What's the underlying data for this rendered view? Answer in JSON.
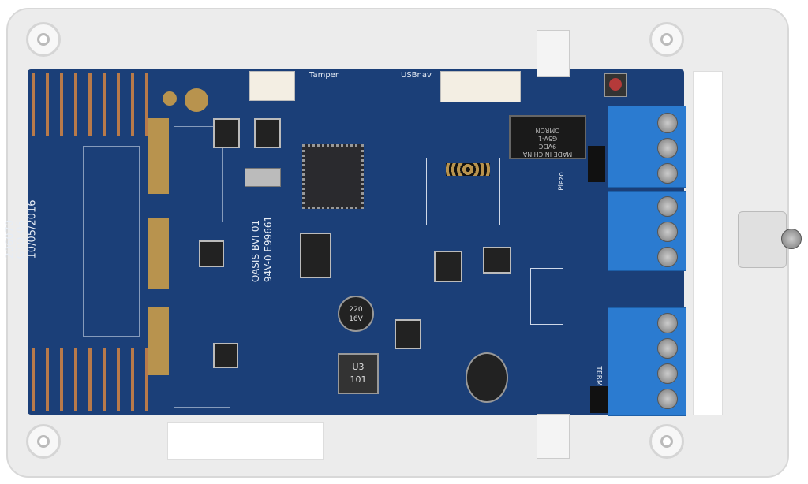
{
  "board": {
    "connectors": {
      "tamper": "Tamper",
      "usb": "USBnav"
    },
    "silkscreen_left": [
      "206070",
      "GTO-06",
      "10/05/2016"
    ],
    "silkscreen_center": [
      "OASIS BVI-01",
      "94V-0 E99661"
    ],
    "relay": [
      "OMRON",
      "G5V-1",
      "9VDC",
      "MADE IN CHINA"
    ],
    "capacitor": [
      "220",
      "16V"
    ],
    "inductor": [
      "U3",
      "101"
    ],
    "piezo_label": "Piezo",
    "term_label": "TERM"
  },
  "colors": {
    "pcb": "#1b3f78",
    "terminal": "#2b7bd0",
    "case": "#ececec",
    "copper": "#b87a4a"
  }
}
